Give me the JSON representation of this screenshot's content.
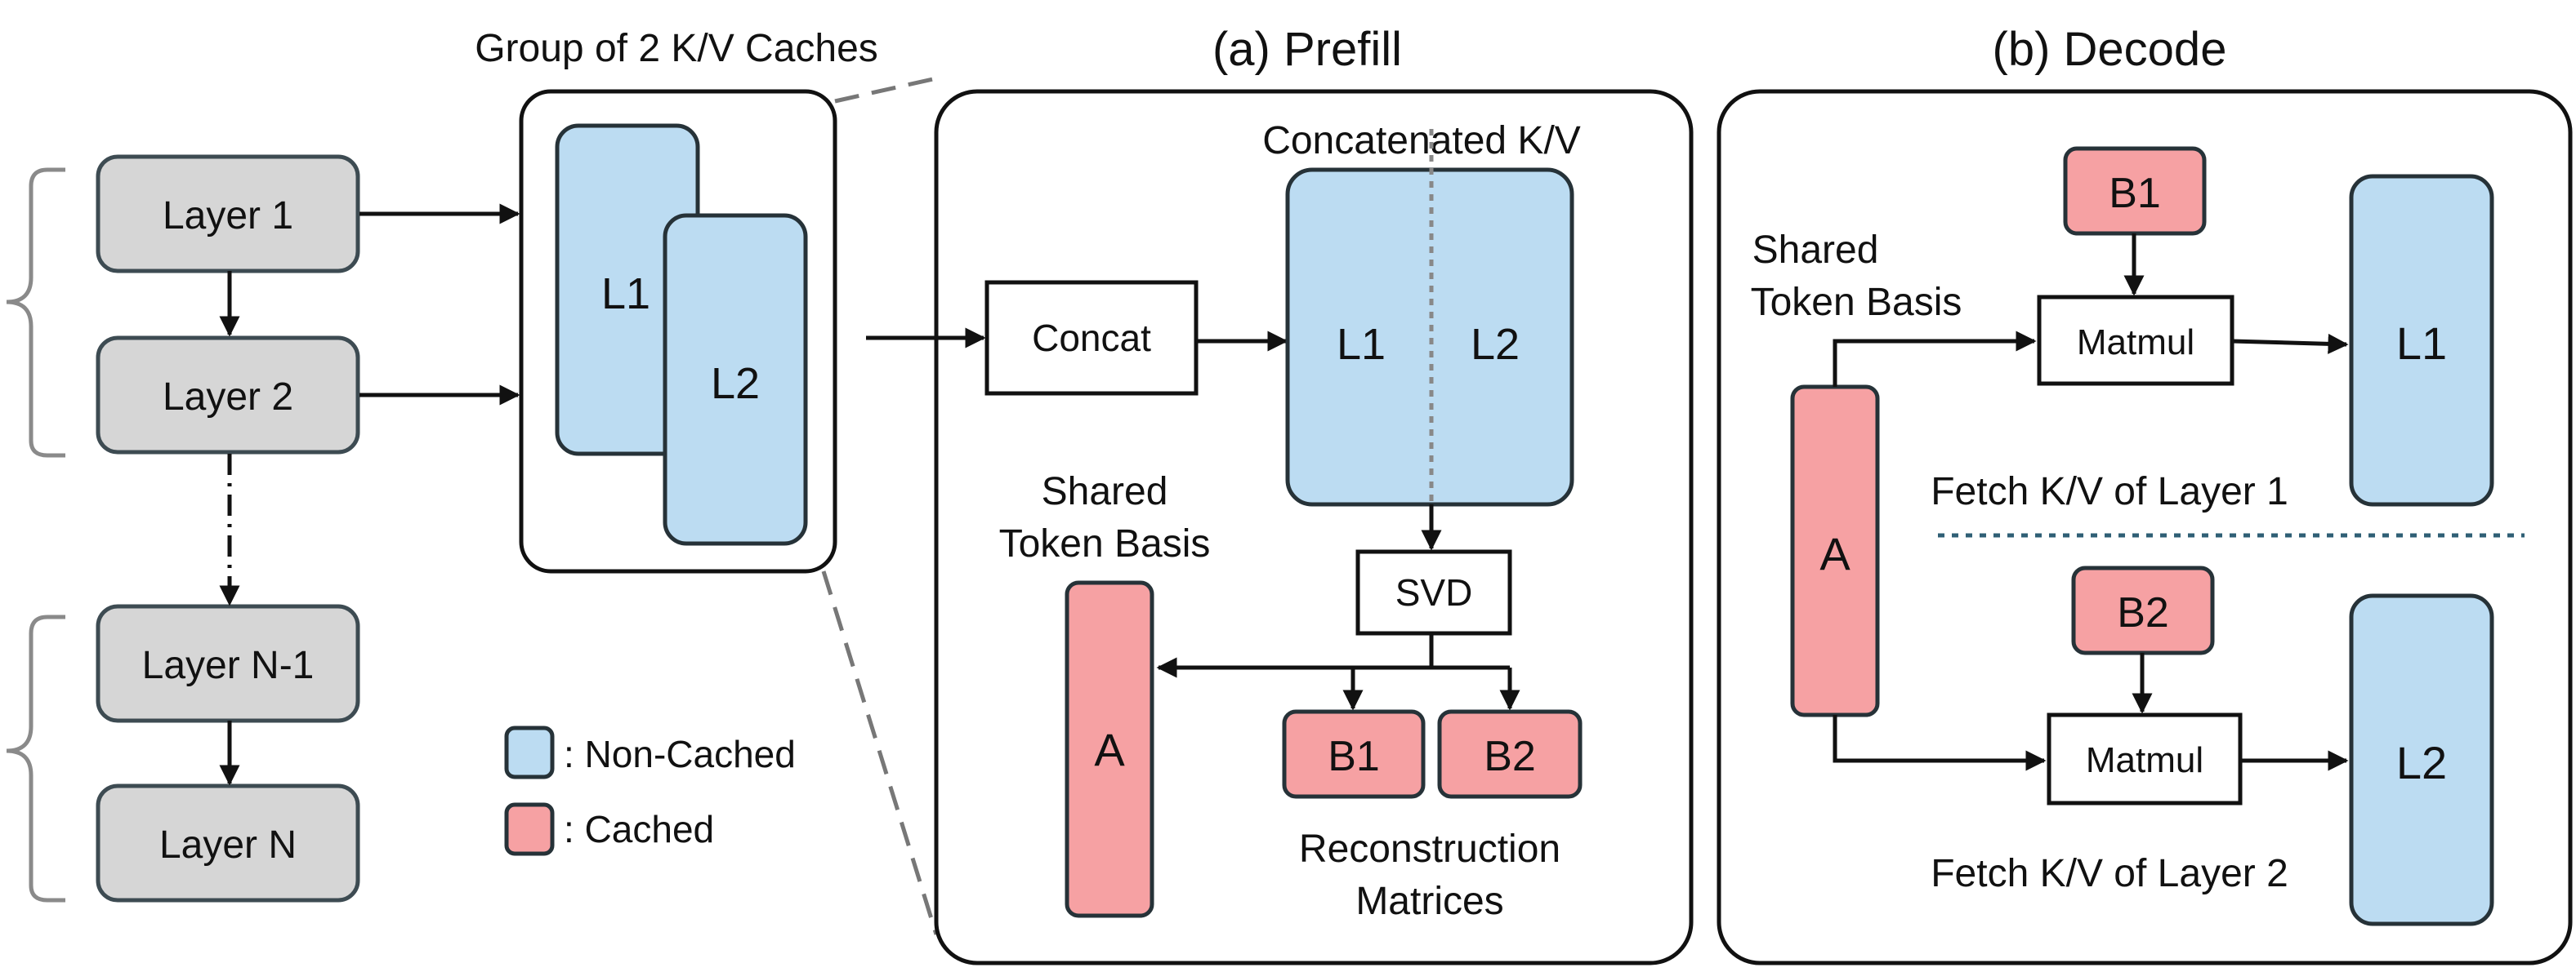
{
  "titles": {
    "group": "Group of 2 K/V Caches",
    "prefill": "(a) Prefill",
    "decode": "(b) Decode"
  },
  "layers": {
    "layer1": "Layer 1",
    "layer2": "Layer 2",
    "layer_n_minus_1": "Layer N-1",
    "layer_n": "Layer N"
  },
  "cache_group": {
    "l1": "L1",
    "l2": "L2"
  },
  "legend": {
    "non_cached": ": Non-Cached",
    "cached": ": Cached",
    "non_cached_color": "#bcdcf2",
    "cached_color": "#f6a1a3"
  },
  "prefill": {
    "concat": "Concat",
    "concatenated_label": "Concatenated K/V",
    "l1": "L1",
    "l2": "L2",
    "svd": "SVD",
    "shared_basis_line1": "Shared",
    "shared_basis_line2": "Token Basis",
    "a": "A",
    "b1": "B1",
    "b2": "B2",
    "reconstruction_line1": "Reconstruction",
    "reconstruction_line2": "Matrices"
  },
  "decode": {
    "shared_basis_line1": "Shared",
    "shared_basis_line2": "Token Basis",
    "a": "A",
    "b1": "B1",
    "b2": "B2",
    "matmul1": "Matmul",
    "matmul2": "Matmul",
    "l1": "L1",
    "l2": "L2",
    "fetch1": "Fetch K/V of Layer 1",
    "fetch2": "Fetch K/V of Layer 2"
  }
}
